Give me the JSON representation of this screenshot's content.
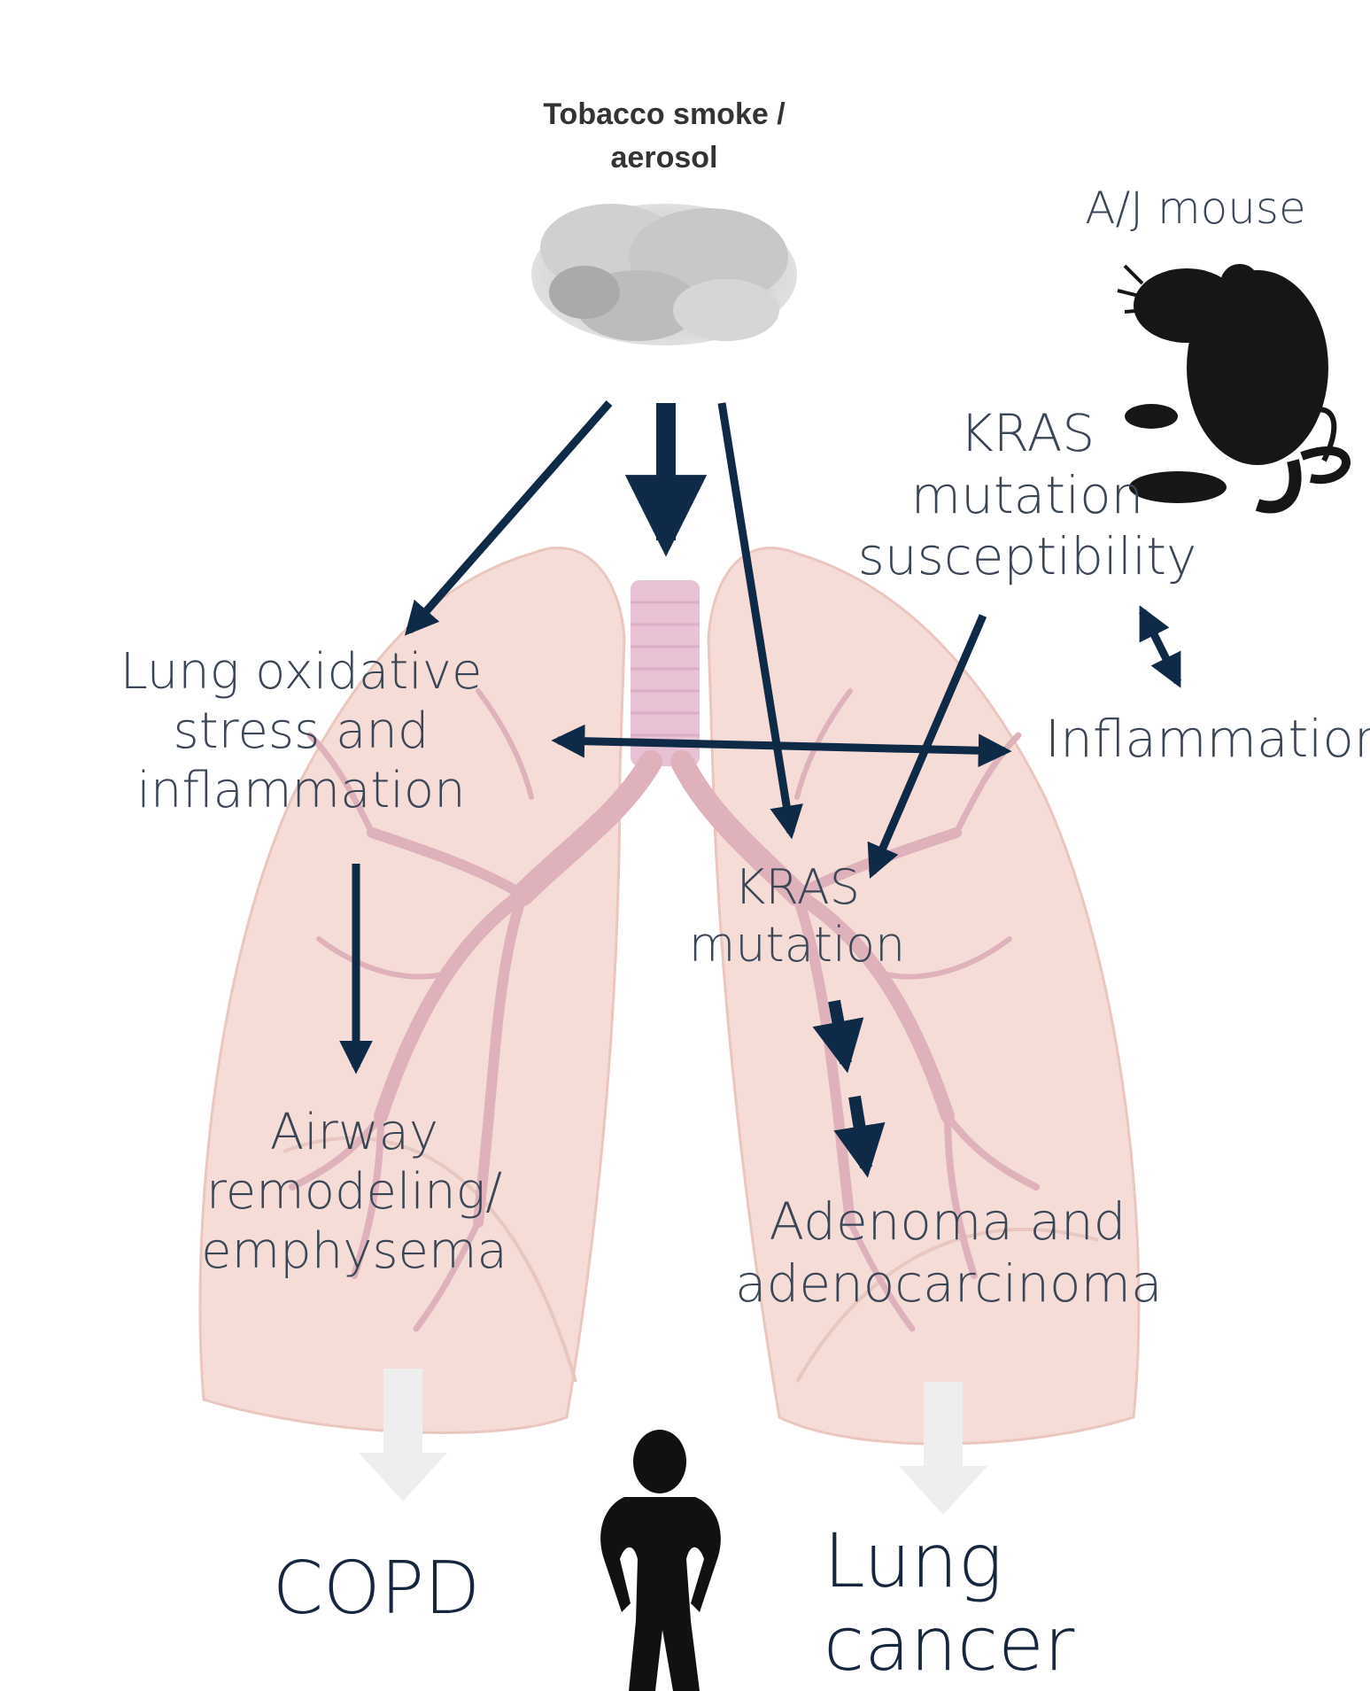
{
  "diagram": {
    "colors": {
      "arrow": "#0f2a47",
      "lung": "#f3d6d0",
      "bronchi": "#dba9b4",
      "outcome_arrow": "#eeeeee",
      "silhouette": "#111111"
    },
    "labels": {
      "smoke": "Tobacco smoke /\naerosol",
      "mouse": "A/J mouse",
      "kras_susceptibility": "KRAS\nmutation\nsusceptibility",
      "oxidative_stress": "Lung oxidative\nstress and\ninflammation",
      "inflammation": "Inflammation",
      "kras_mutation": "KRAS\nmutation",
      "airway_remodeling": "Airway\nremodeling/\nemphysema",
      "adenoma": "Adenoma and\nadenocarcinoma",
      "copd": "COPD",
      "lung_cancer": "Lung\ncancer"
    },
    "icons": [
      "smoke-cloud-icon",
      "mouse-icon",
      "lungs-illustration",
      "human-silhouette-icon"
    ]
  }
}
